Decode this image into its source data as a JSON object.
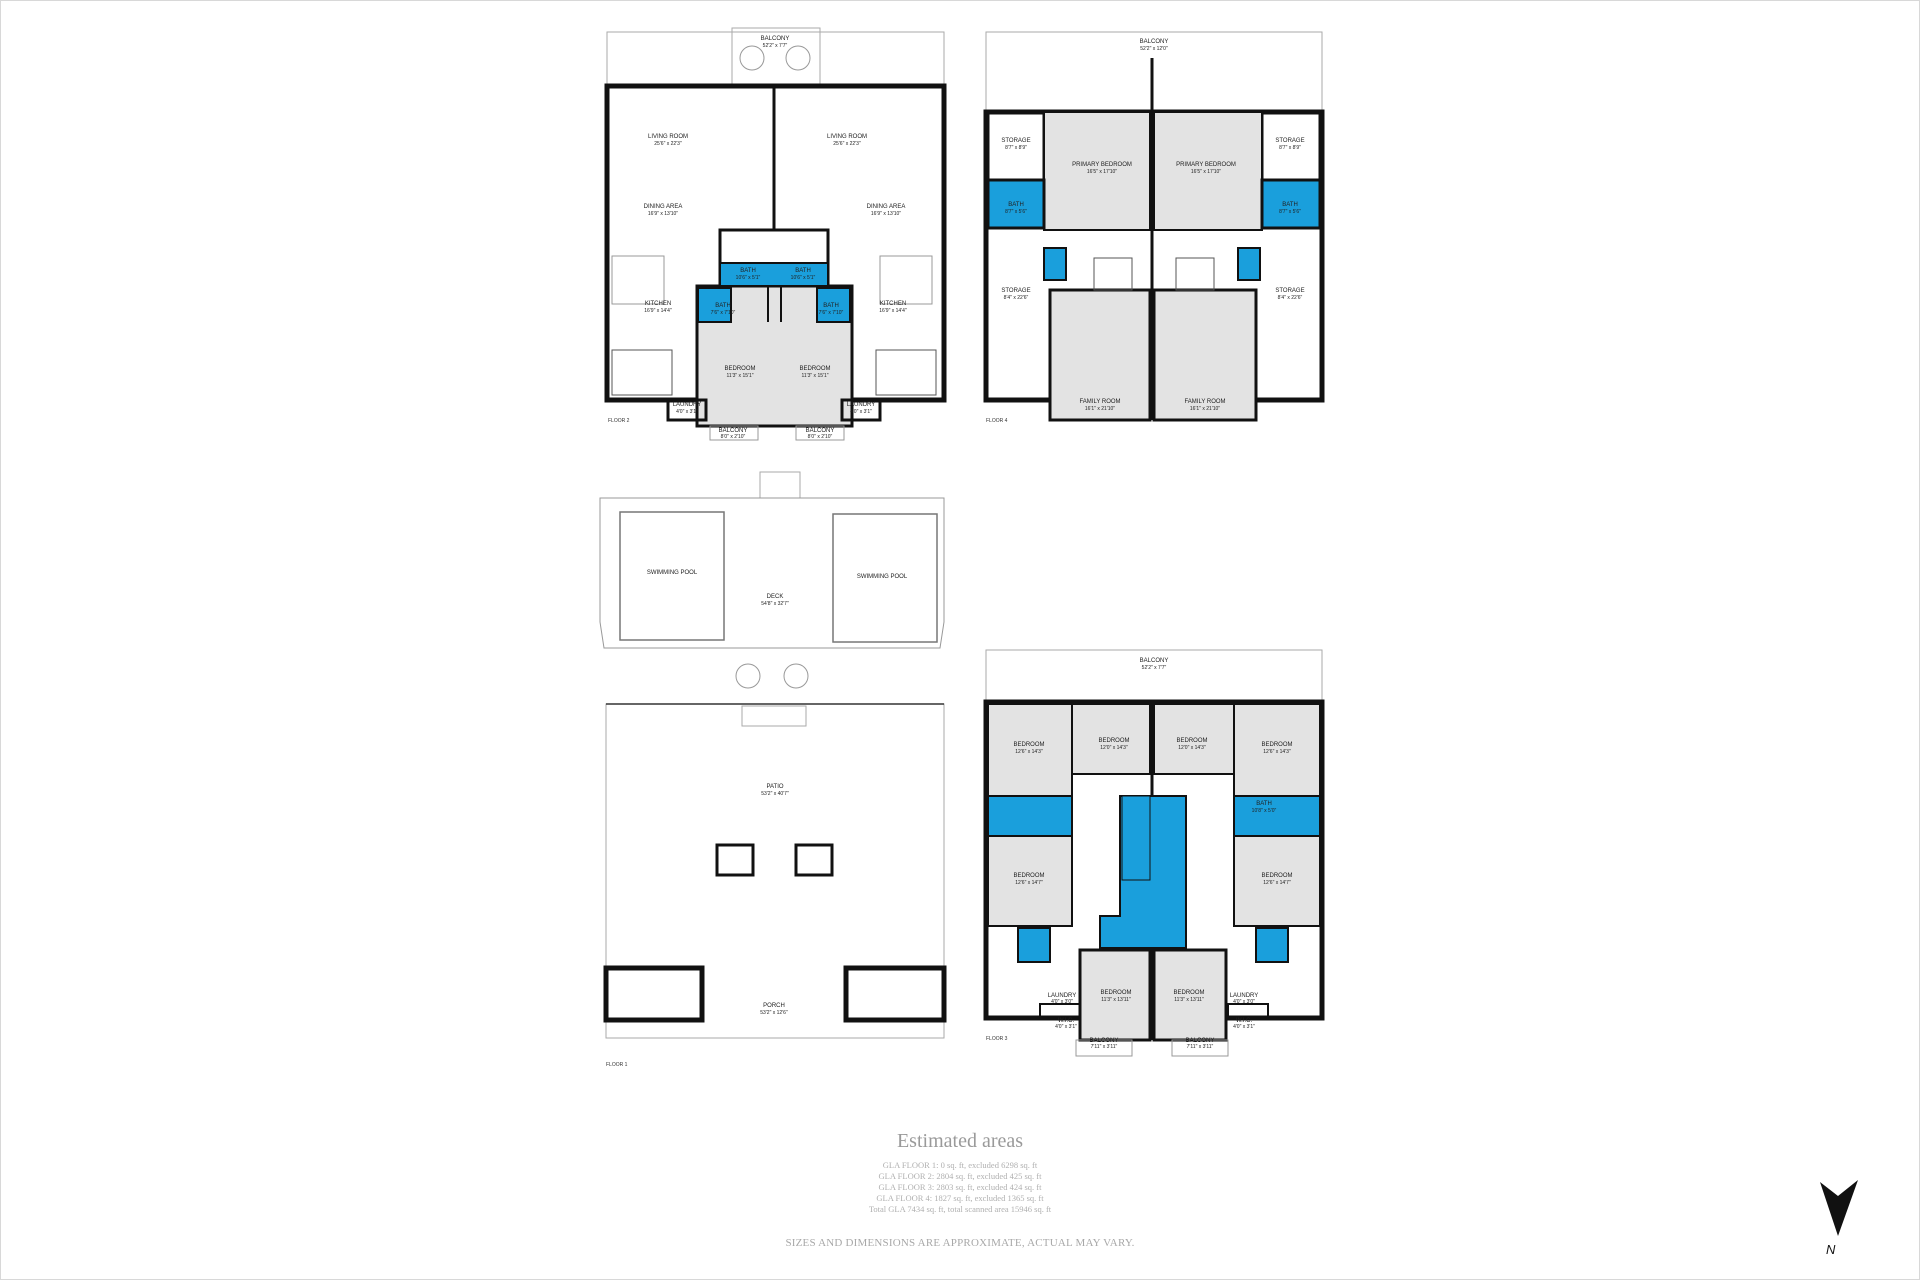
{
  "floors": {
    "floor2": {
      "label": "FLOOR 2",
      "rooms": [
        {
          "name": "BALCONY",
          "dims": "52'2\" x 7'7\""
        },
        {
          "name": "LIVING ROOM",
          "dims": "25'6\" x 22'3\""
        },
        {
          "name": "LIVING ROOM",
          "dims": "25'6\" x 22'3\""
        },
        {
          "name": "DINING AREA",
          "dims": "16'9\" x 13'10\""
        },
        {
          "name": "DINING AREA",
          "dims": "16'9\" x 13'10\""
        },
        {
          "name": "BATH",
          "dims": "10'6\" x 5'1\""
        },
        {
          "name": "BATH",
          "dims": "10'6\" x 5'1\""
        },
        {
          "name": "KITCHEN",
          "dims": "16'9\" x 14'4\""
        },
        {
          "name": "KITCHEN",
          "dims": "16'9\" x 14'4\""
        },
        {
          "name": "BATH",
          "dims": "7'6\" x 7'10\""
        },
        {
          "name": "BATH",
          "dims": "7'6\" x 7'10\""
        },
        {
          "name": "BEDROOM",
          "dims": "11'3\" x 15'1\""
        },
        {
          "name": "BEDROOM",
          "dims": "11'3\" x 15'1\""
        },
        {
          "name": "BALCONY",
          "dims": "8'0\" x 2'10\""
        },
        {
          "name": "BALCONY",
          "dims": "8'0\" x 2'10\""
        },
        {
          "name": "LAUNDRY",
          "dims": "4'0\" x 3'1\""
        },
        {
          "name": "LAUNDRY",
          "dims": "4'0\" x 3'1\""
        }
      ]
    },
    "floor4": {
      "label": "FLOOR 4",
      "rooms": [
        {
          "name": "BALCONY",
          "dims": "52'2\" x 12'0\""
        },
        {
          "name": "STORAGE",
          "dims": "8'7\" x 8'9\""
        },
        {
          "name": "STORAGE",
          "dims": "8'7\" x 8'9\""
        },
        {
          "name": "PRIMARY BEDROOM",
          "dims": "16'5\" x 17'10\""
        },
        {
          "name": "PRIMARY BEDROOM",
          "dims": "16'5\" x 17'10\""
        },
        {
          "name": "BATH",
          "dims": "8'7\" x 5'6\""
        },
        {
          "name": "BATH",
          "dims": "8'7\" x 5'6\""
        },
        {
          "name": "STORAGE",
          "dims": "8'4\" x 22'6\""
        },
        {
          "name": "STORAGE",
          "dims": "8'4\" x 22'6\""
        },
        {
          "name": "FAMILY ROOM",
          "dims": "16'1\" x 21'10\""
        },
        {
          "name": "FAMILY ROOM",
          "dims": "16'1\" x 21'10\""
        }
      ]
    },
    "floor1": {
      "label": "FLOOR 1",
      "rooms": [
        {
          "name": "SWIMMING POOL",
          "dims": ""
        },
        {
          "name": "SWIMMING POOL",
          "dims": ""
        },
        {
          "name": "DECK",
          "dims": "54'8\" x 32'7\""
        },
        {
          "name": "PATIO",
          "dims": "53'2\" x 40'7\""
        },
        {
          "name": "PORCH",
          "dims": "53'2\" x 12'6\""
        }
      ]
    },
    "floor3": {
      "label": "FLOOR 3",
      "rooms": [
        {
          "name": "BALCONY",
          "dims": "52'2\" x 7'7\""
        },
        {
          "name": "BEDROOM",
          "dims": "12'6\" x 14'3\""
        },
        {
          "name": "BEDROOM",
          "dims": "12'0\" x 14'3\""
        },
        {
          "name": "BEDROOM",
          "dims": "12'0\" x 14'3\""
        },
        {
          "name": "BEDROOM",
          "dims": "12'6\" x 14'3\""
        },
        {
          "name": "BATH",
          "dims": "10'8\" x 5'0\""
        },
        {
          "name": "BEDROOM",
          "dims": "12'6\" x 14'7\""
        },
        {
          "name": "BEDROOM",
          "dims": "12'6\" x 14'7\""
        },
        {
          "name": "BEDROOM",
          "dims": "11'3\" x 13'11\""
        },
        {
          "name": "BEDROOM",
          "dims": "11'3\" x 13'11\""
        },
        {
          "name": "LAUNDRY",
          "dims": "4'0\" x 3'0\""
        },
        {
          "name": "LAUNDRY",
          "dims": "4'0\" x 3'0\""
        },
        {
          "name": "W.I.C.",
          "dims": "4'0\" x 3'1\""
        },
        {
          "name": "W.I.C.",
          "dims": "4'0\" x 3'1\""
        },
        {
          "name": "BALCONY",
          "dims": "7'11\" x 3'11\""
        },
        {
          "name": "BALCONY",
          "dims": "7'11\" x 3'11\""
        }
      ]
    }
  },
  "estimated_areas": {
    "title": "Estimated areas",
    "lines": [
      "GLA FLOOR 1: 0 sq. ft, excluded 6298 sq. ft",
      "GLA FLOOR 2: 2804 sq. ft, excluded 425 sq. ft",
      "GLA FLOOR 3: 2803 sq. ft, excluded 424 sq. ft",
      "GLA FLOOR 4: 1827 sq. ft, excluded 1365 sq. ft",
      "Total GLA 7434 sq. ft, total scanned area 15946 sq. ft"
    ]
  },
  "disclaimer": "SIZES AND DIMENSIONS ARE APPROXIMATE, ACTUAL MAY VARY.",
  "compass": {
    "label": "N"
  },
  "colors": {
    "wall": "#111111",
    "room_fill": "#e3e3e3",
    "bath_fill": "#1a9fdc",
    "outline": "#9a9a9a"
  }
}
